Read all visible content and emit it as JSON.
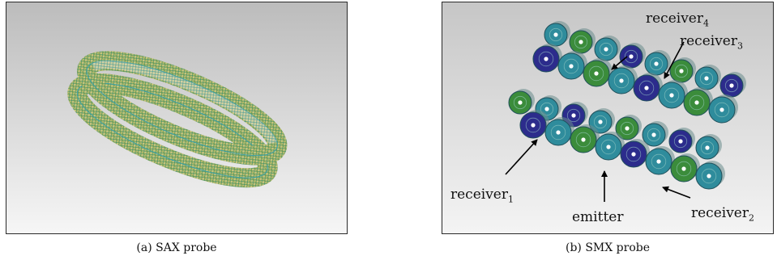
{
  "figures": [
    {
      "caption": "(a) SAX probe",
      "image": "SAX probe rendering: two stacked mesh rings"
    },
    {
      "caption": "(b) SMX probe",
      "image": "SMX probe rendering: two rows of transducer discs",
      "annotations": {
        "receiver4": {
          "text": "receiver",
          "sub": "4"
        },
        "receiver3": {
          "text": "receiver",
          "sub": "3"
        },
        "receiver1": {
          "text": "receiver",
          "sub": "1"
        },
        "emitter": {
          "text": "emitter"
        },
        "receiver2": {
          "text": "receiver",
          "sub": "2"
        }
      }
    }
  ],
  "colors": {
    "mesh_yellow": "#b8b030",
    "mesh_green": "#3c9a4a",
    "mesh_cyan": "#38a6b4",
    "disc_blue": "#2c2c8c",
    "disc_teal": "#2f8c9c",
    "disc_green": "#3b8c3b"
  }
}
